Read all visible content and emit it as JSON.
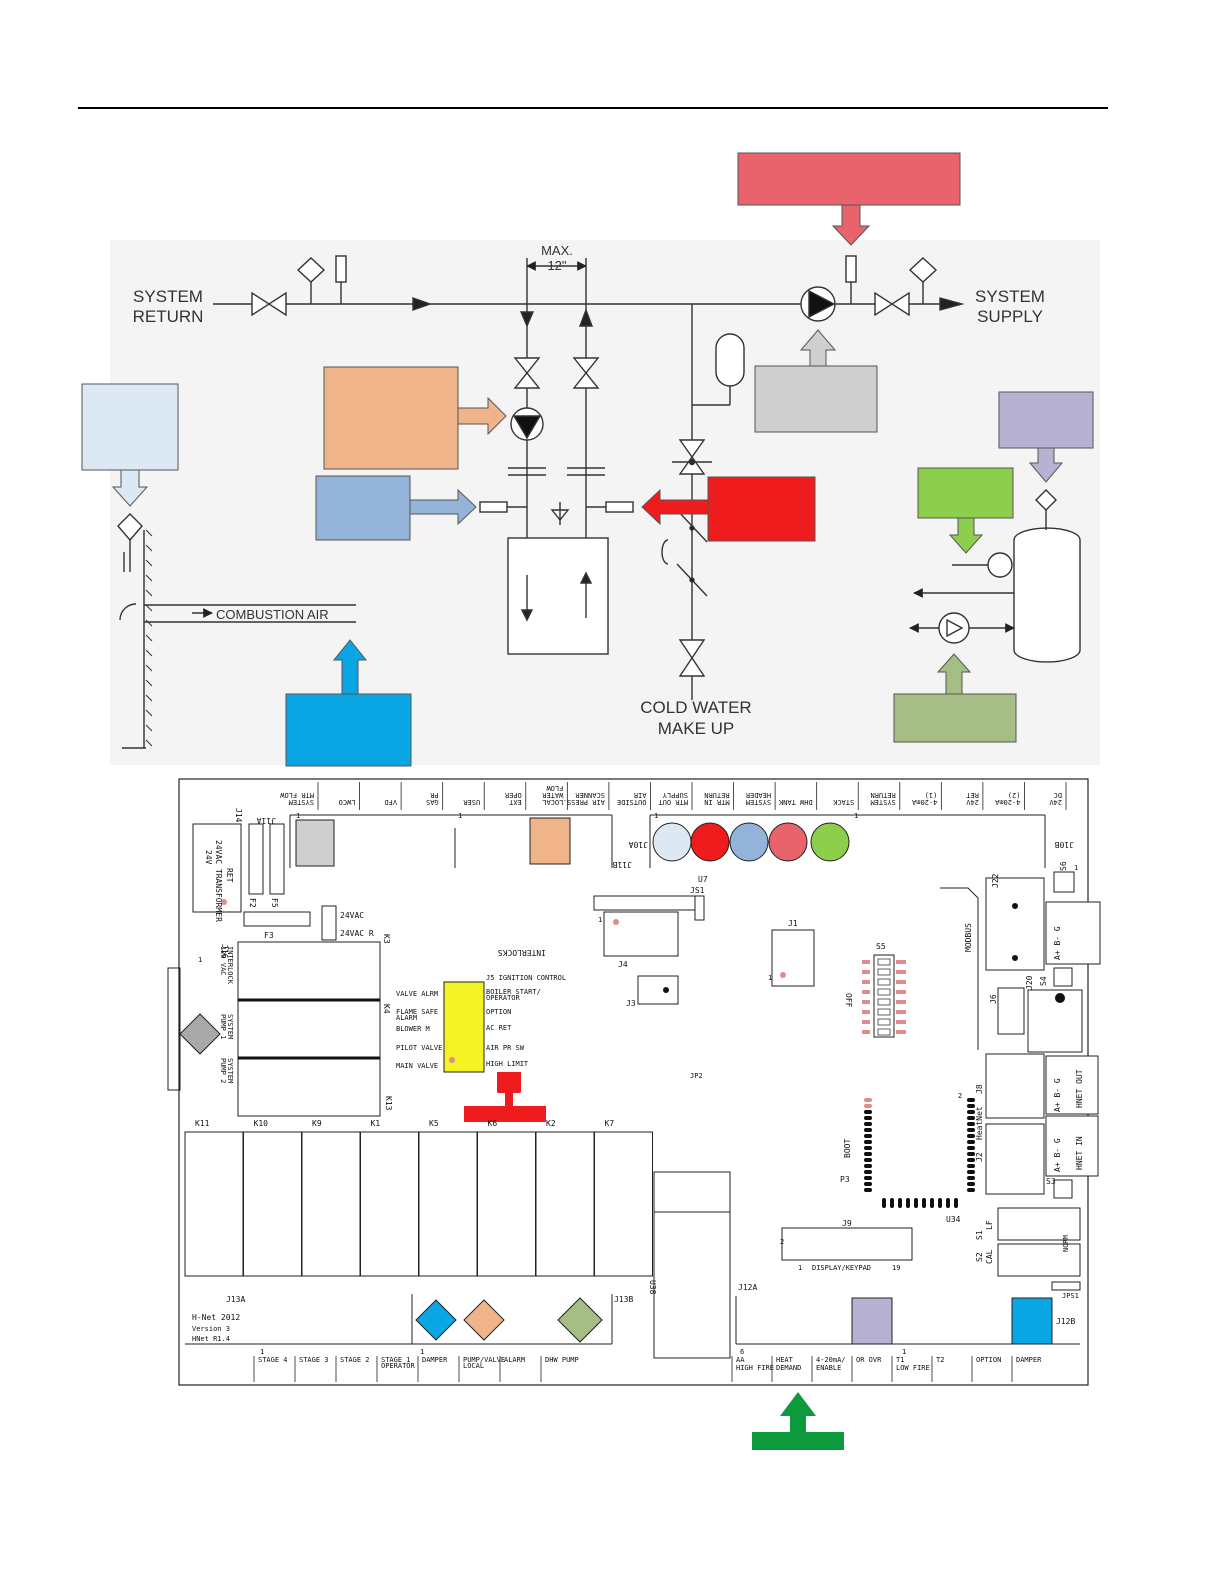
{
  "piping": {
    "system_return": [
      "SYSTEM",
      "RETURN"
    ],
    "system_supply": [
      "SYSTEM",
      "SUPPLY"
    ],
    "max_label": [
      "MAX.",
      "12\""
    ],
    "combustion_air": "COMBUSTION AIR",
    "cold_water": [
      "COLD WATER",
      "MAKE UP"
    ]
  },
  "callout_colors": {
    "red_top": "#e8636b",
    "orange": "#efb48a",
    "light_blue": "#dce8f3",
    "steel_blue": "#93b4d8",
    "red": "#ee1c1c",
    "gray": "#cfcfcf",
    "lavender": "#b7b2d2",
    "green": "#8dcf4c",
    "olive": "#a6bd86",
    "cyan": "#0aa6e4",
    "yellow": "#f4f424",
    "dark_green": "#0c9a3c"
  },
  "board": {
    "top_labels": [
      "SYSTEM\nMTR FLOW",
      "LWCO",
      "VFD",
      "GAS\nPR",
      "USER",
      "EXT\nOPER",
      "LOCAL\nWATER\nFLOW",
      "AIR PRESS.\nSCANNER",
      "OUTSIDE\nAIR",
      "MTR OUT\nSUPPLY",
      "MTR IN\nRETURN",
      "SYSTEM\nHEADER",
      "DHW TANK",
      "STACK",
      "SYSTEM\nRETURN",
      "4-20mA\n(1)",
      "24V\nRET",
      "4-20mA\n(2)",
      "24V\nDC"
    ],
    "connectors": [
      "J14",
      "J11A",
      "J11B",
      "J10A",
      "J10B",
      "U7",
      "JS1",
      "J1",
      "J4",
      "J3",
      "S5",
      "OFF",
      "J22",
      "MODBUS",
      "S6",
      "J20",
      "J6",
      "S4",
      "J8",
      "HeatNet",
      "J2",
      "S3",
      "BOOT",
      "P3",
      "U34",
      "J9",
      "DISPLAY/KEYPAD",
      "S1",
      "S2",
      "LF",
      "CAL",
      "NORM",
      "JPS1",
      "J12B",
      "J12A",
      "U38",
      "J13A",
      "J13B",
      "J16",
      "F2",
      "F5",
      "F3",
      "K3",
      "K4",
      "K13",
      "JP2"
    ],
    "transformer": [
      "24VAC TRANSFORMER",
      "24V",
      "RET"
    ],
    "vac_labels": [
      "24VAC",
      "24VAC R"
    ],
    "interlocks_title": "INTERLOCKS",
    "j5_left": [
      "VALVE ALRM",
      "FLAME SAFE\nALARM",
      "BLOWER M",
      "PILOT VALVE",
      "MAIN VALVE"
    ],
    "j5_right": [
      "J5 IGNITION CONTROL",
      "BOILER START/\nOPERATOR",
      "OPTION",
      "AC RET",
      "AIR PR SW",
      "HIGH LIMIT"
    ],
    "j16_labels": [
      "INTERLOCK\n120 VAC",
      "SYSTEM\nPUMP 1",
      "SYSTEM\nPUMP 2"
    ],
    "relays": [
      "K11",
      "K10",
      "K9",
      "K1",
      "K5",
      "K6",
      "K2",
      "K7"
    ],
    "version": [
      "H-Net  2012",
      "Version 3",
      "HNet R1.4"
    ],
    "bottom_left_labels": [
      "STAGE 4",
      "STAGE 3",
      "STAGE 2",
      "STAGE 1\nOPERATOR",
      "DAMPER",
      "PUMP/VALVE\nLOCAL",
      "ALARM",
      "DHW PUMP"
    ],
    "bottom_right_labels": [
      "AA\nHIGH FIRE",
      "HEAT\nDEMAND",
      "4-20mA/\nENABLE",
      "OR OVR",
      "T1\nLOW FIRE",
      "T2",
      "OPTION",
      "DAMPER"
    ],
    "right_labels": [
      "A+ B- G",
      "A+ B- G",
      "HNET OUT",
      "A+ B- G",
      "HNET IN"
    ],
    "pin_ones": [
      "1",
      "1",
      "1",
      "1",
      "1",
      "1",
      "1",
      "1",
      "2",
      "1",
      "19",
      "2",
      "6",
      "1",
      "1",
      "1"
    ]
  }
}
